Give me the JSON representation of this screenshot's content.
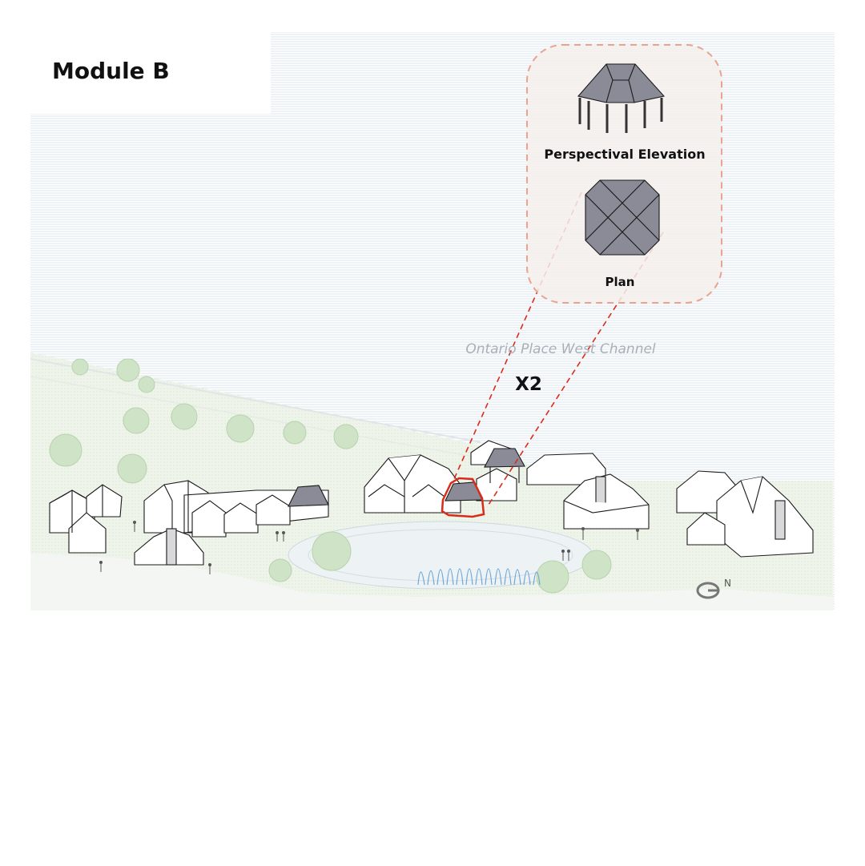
{
  "title": "Module B",
  "detail_panel": {
    "elevation_label": "Perspectival Elevation",
    "plan_label": "Plan"
  },
  "site": {
    "channel_label": "Ontario Place West Channel",
    "multiplier_label": "X2",
    "north_label": "N"
  },
  "colors": {
    "roof_highlight": "#8a8b96",
    "callout_red": "#d92b1a",
    "panel_border": "#e9a38f",
    "panel_fill": "#f6eeec",
    "water_stripe": "#dfe8f0",
    "land": "#e6efe2",
    "tree": "#cfe3c6"
  },
  "icons": [
    "north-arrow-icon",
    "fountain-icon",
    "tree-icon",
    "pavilion-icon",
    "person-icon"
  ]
}
